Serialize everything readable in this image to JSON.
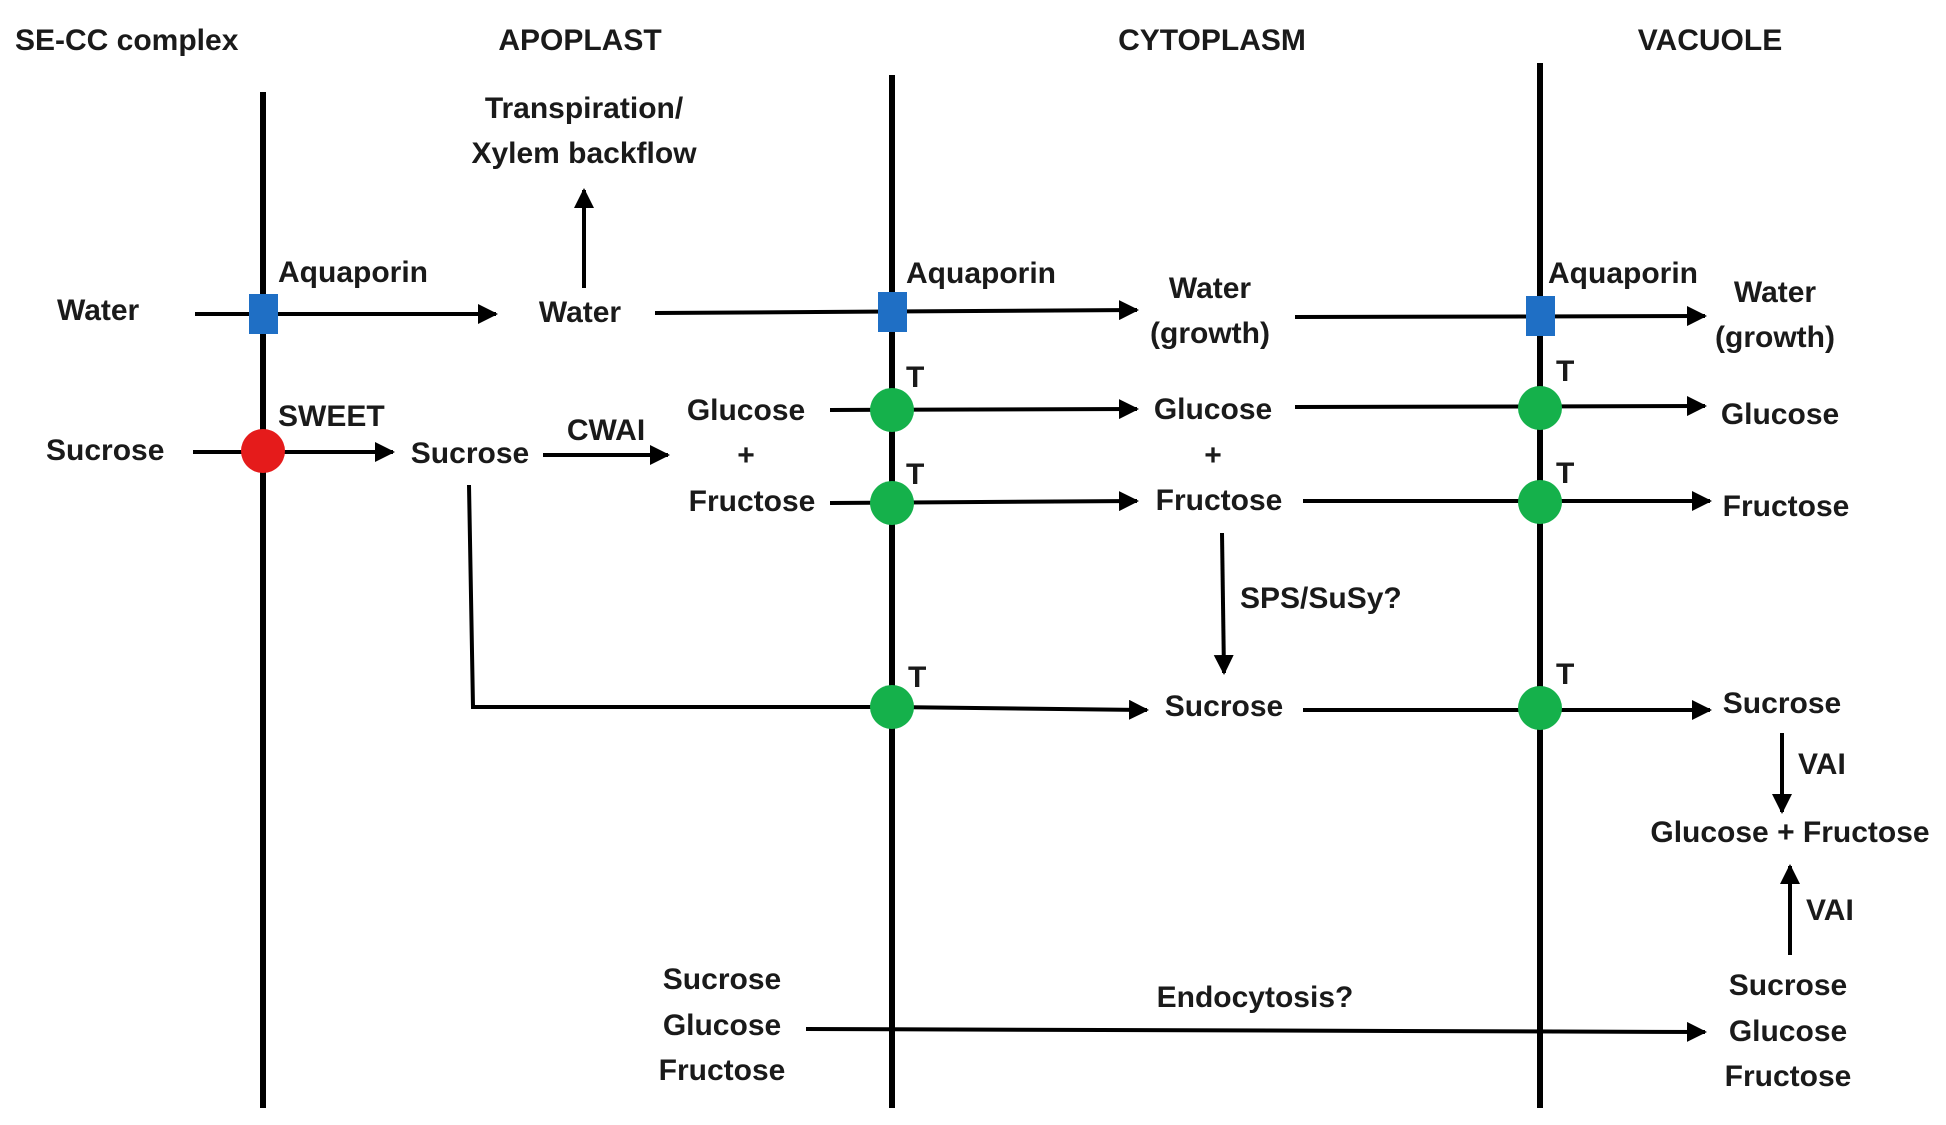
{
  "headers": {
    "se_cc": "SE-CC complex",
    "apoplast": "APOPLAST",
    "cytoplasm": "CYTOPLASM",
    "vacuole": "VACUOLE"
  },
  "labels": {
    "transpiration_1": "Transpiration/",
    "transpiration_2": "Xylem backflow",
    "aquaporin_1": "Aquaporin",
    "aquaporin_2": "Aquaporin",
    "aquaporin_3": "Aquaporin",
    "sweet": "SWEET",
    "water_secc": "Water",
    "water_apo": "Water",
    "water_cyto_1": "Water",
    "water_cyto_2": "(growth)",
    "water_vac_1": "Water",
    "water_vac_2": "(growth)",
    "sucrose_secc": "Sucrose",
    "sucrose_apo": "Sucrose",
    "cwai": "CWAI",
    "glucose_apo": "Glucose",
    "plus_apo": "+",
    "fructose_apo": "Fructose",
    "glucose_cyto": "Glucose",
    "plus_cyto": "+",
    "fructose_cyto": "Fructose",
    "glucose_vac": "Glucose",
    "fructose_vac": "Fructose",
    "sps_susy": "SPS/SuSy?",
    "sucrose_cyto": "Sucrose",
    "sucrose_vac": "Sucrose",
    "vai_1": "VAI",
    "vai_2": "VAI",
    "glc_fru_vac": "Glucose + Fructose",
    "t_1": "T",
    "t_2": "T",
    "t_3": "T",
    "t_4": "T",
    "t_5": "T",
    "t_6": "T",
    "endo_sucrose": "Sucrose",
    "endo_glucose": "Glucose",
    "endo_fructose": "Fructose",
    "endocytosis": "Endocytosis?",
    "vac_sucrose": "Sucrose",
    "vac_glucose": "Glucose",
    "vac_fructose": "Fructose"
  },
  "colors": {
    "aquaporin": "#1f6fc5",
    "sweet": "#e51b1b",
    "transporter": "#15b14b",
    "line": "#000000",
    "text": "#1a1a1a"
  }
}
